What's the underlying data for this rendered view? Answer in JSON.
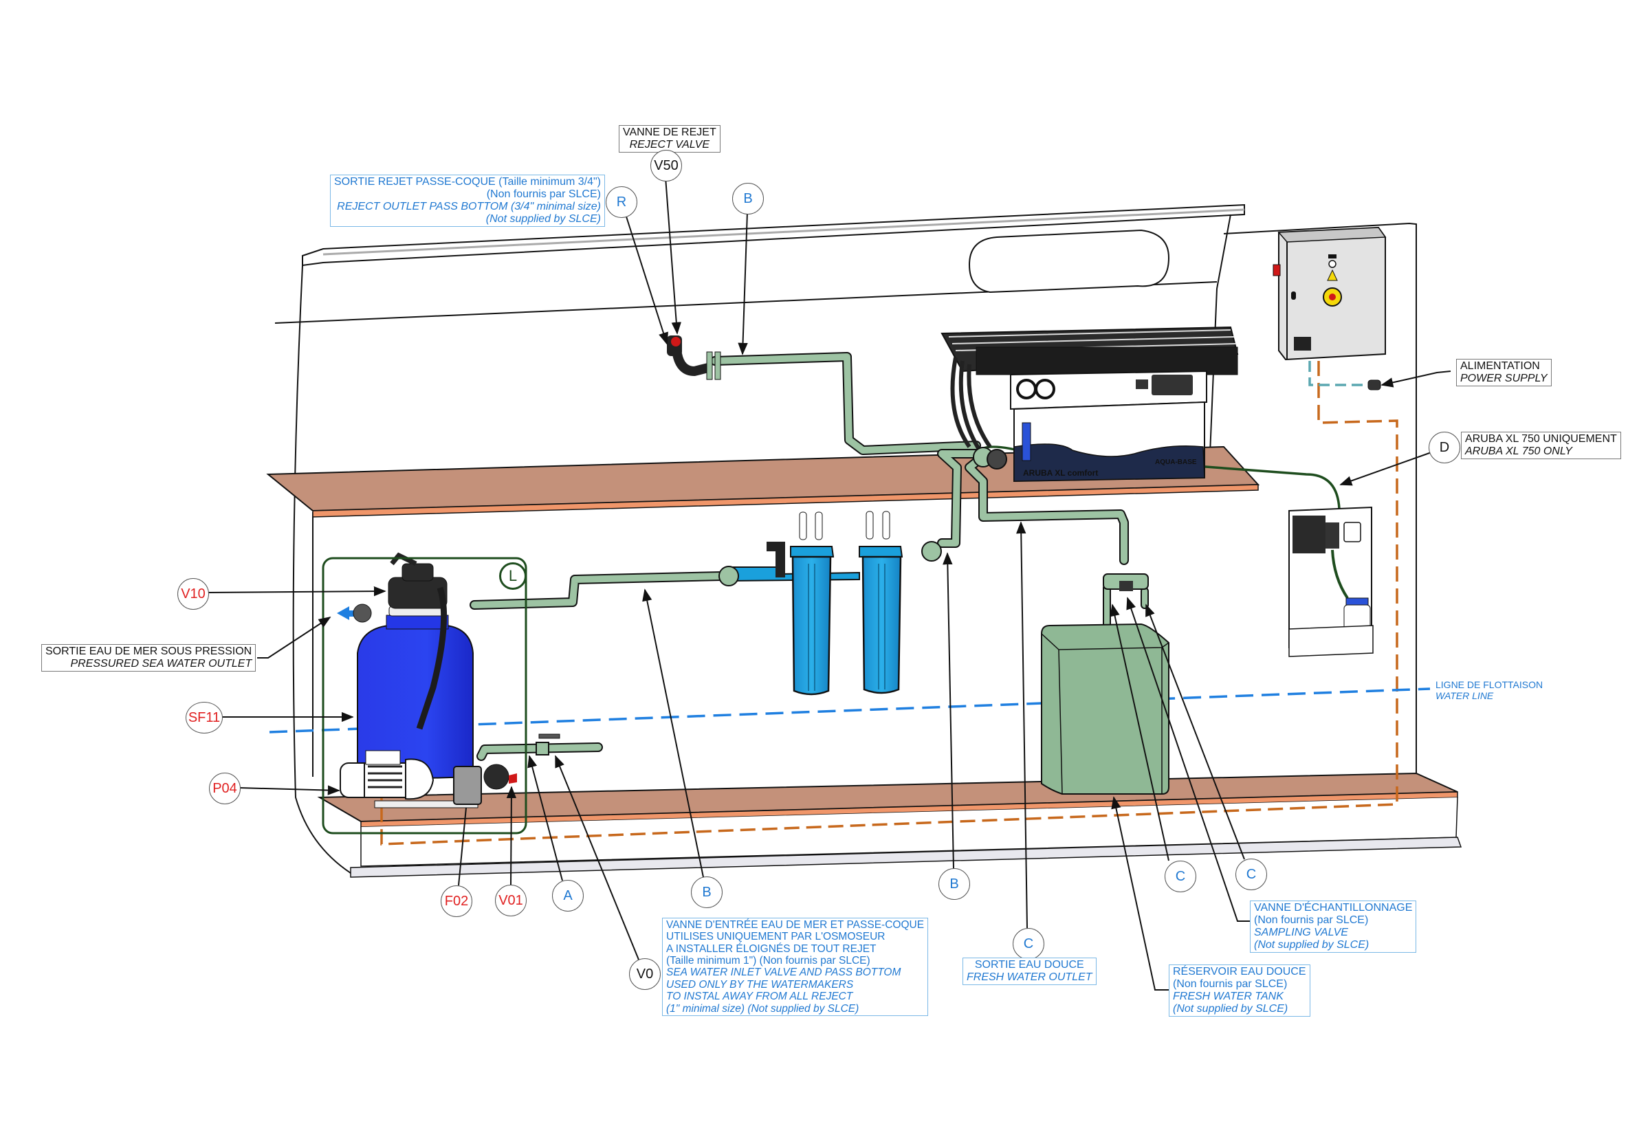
{
  "diagram": {
    "title": "Watermaker installation diagram",
    "colors": {
      "reference_red": "#e01f1f",
      "reference_blue": "#1f78d1",
      "pipe_green": "#9dc3a3",
      "shelf_wood": "#c4917a",
      "shelf_edge": "#f0966a",
      "filter_blue": "#1aa0dc",
      "sand_filter_blue": "#2437e6",
      "electrical_dash": "#c7681c",
      "waterline_dash": "#1f7fe0",
      "power_cable": "#5aa7b0",
      "frame_green": "#1e4d1e",
      "tank_green": "#8fb895",
      "unit_navy": "#1e2a4a"
    },
    "callouts": {
      "reject_valve": {
        "ref": "V50",
        "lines": [
          "VANNE DE REJET",
          "REJECT VALVE"
        ]
      },
      "reject_outlet": {
        "ref": "R",
        "lines": [
          "SORTIE REJET PASSE-COQUE (Taille minimum 3/4\")",
          "(Non fournis par SLCE)",
          "REJECT OUTLET PASS BOTTOM (3/4\" minimal size)",
          "(Not supplied by SLCE)"
        ]
      },
      "power_supply": {
        "lines": [
          "ALIMENTATION",
          "POWER SUPPLY"
        ]
      },
      "aruba_only": {
        "ref": "D",
        "lines": [
          "ARUBA XL 750 UNIQUEMENT",
          "ARUBA XL 750 ONLY"
        ]
      },
      "water_line": {
        "lines": [
          "LIGNE DE FLOTTAISON",
          "WATER LINE"
        ]
      },
      "pressured_outlet": {
        "lines": [
          "SORTIE EAU DE MER SOUS PRESSION",
          "PRESSURED SEA WATER OUTLET"
        ]
      },
      "inlet_valve": {
        "ref": "V0",
        "lines": [
          "VANNE D'ENTRÉE EAU DE MER ET PASSE-COQUE",
          "UTILISES UNIQUEMENT PAR L'OSMOSEUR",
          "A INSTALLER ÉLOIGNÉS DE TOUT REJET",
          "(Taille minimum 1\") (Non fournis par SLCE)",
          "SEA WATER INLET VALVE AND PASS BOTTOM",
          "USED ONLY BY THE WATERMAKERS",
          "TO INSTAL AWAY FROM ALL REJECT",
          "(1\" minimal size) (Not supplied by SLCE)"
        ]
      },
      "fresh_outlet": {
        "ref": "C",
        "lines": [
          "SORTIE EAU DOUCE",
          "FRESH WATER OUTLET"
        ]
      },
      "fresh_tank": {
        "lines": [
          "RÉSERVOIR EAU DOUCE",
          "(Non fournis par SLCE)",
          "FRESH WATER TANK",
          "(Not supplied by SLCE)"
        ]
      },
      "sampling_valve": {
        "lines": [
          "VANNE D'ÉCHANTILLONNAGE",
          "(Non fournis par SLCE)",
          "SAMPLING VALVE",
          "(Not supplied by SLCE)"
        ]
      }
    },
    "references": {
      "V10": "V10",
      "SF11": "SF11",
      "P04": "P04",
      "F02": "F02",
      "V01": "V01",
      "A": "A",
      "B": "B",
      "C": "C",
      "L": "L"
    },
    "unit_branding": {
      "model": "ARUBA XL",
      "variant": "comfort",
      "brand": "AQUA-BASE"
    }
  }
}
